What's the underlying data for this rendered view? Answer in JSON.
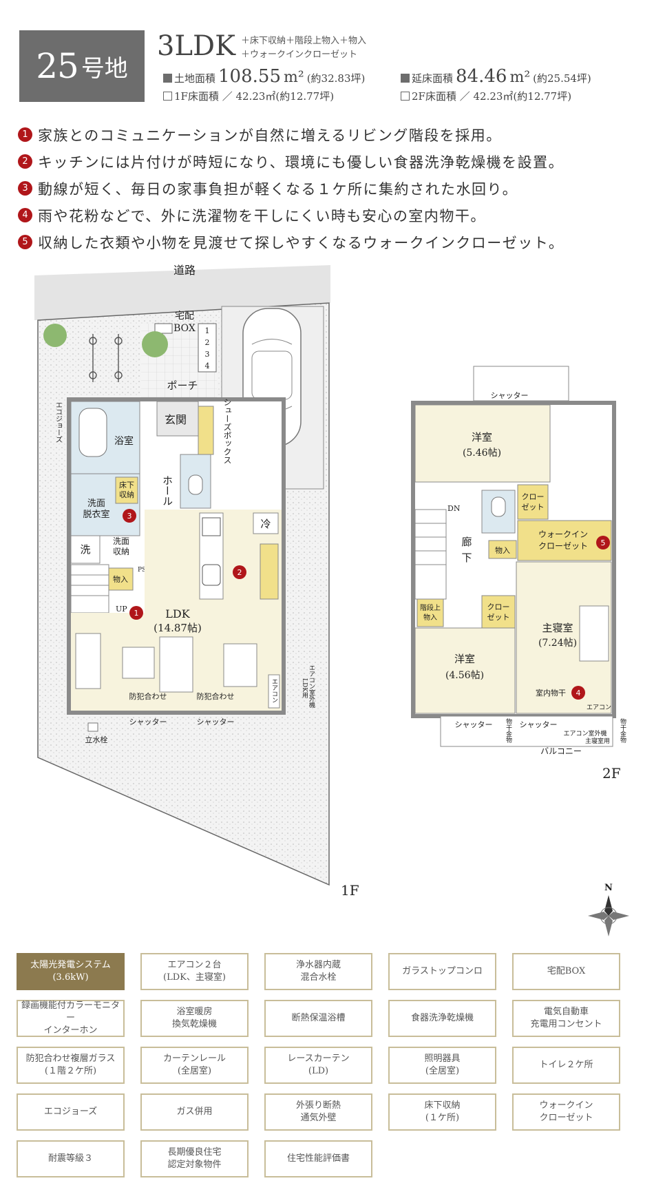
{
  "header": {
    "lot_number": "25",
    "lot_suffix": "号地",
    "plan_type": "3LDK",
    "plan_extras": [
      "＋床下収納＋階段上物入＋物入",
      "＋ウォークインクローゼット"
    ],
    "land_area_label": "土地面積",
    "land_area_value": "108.55",
    "land_area_unit": "m²",
    "land_area_tsubo": "(約32.83坪)",
    "floor_area_label": "延床面積",
    "floor_area_value": "84.46",
    "floor_area_unit": "m²",
    "floor_area_tsubo": "(約25.54坪)",
    "f1_area": "1F床面積 ／ 42.23㎡(約12.77坪)",
    "f2_area": "2F床面積 ／ 42.23㎡(約12.77坪)"
  },
  "features": [
    {
      "num": "1",
      "text": "家族とのコミュニケーションが自然に増えるリビング階段を採用。"
    },
    {
      "num": "2",
      "text": "キッチンには片付けが時短になり、環境にも優しい食器洗浄乾燥機を設置。"
    },
    {
      "num": "3",
      "text": "動線が短く、毎日の家事負担が軽くなる１ケ所に集約された水回り。"
    },
    {
      "num": "4",
      "text": "雨や花粉などで、外に洗濯物を干しにくい時も安心の室内物干。"
    },
    {
      "num": "5",
      "text": "収納した衣類や小物を見渡せて探しやすくなるウォークインクローゼット。"
    }
  ],
  "floor1": {
    "road": "道路",
    "delivery_box": "宅配",
    "delivery_box2": "BOX",
    "steps": [
      "1",
      "2",
      "3",
      "4"
    ],
    "porch": "ポーチ",
    "entrance": "玄関",
    "shoe_box": "シューズボックス",
    "bath": "浴室",
    "hall": "ホール",
    "washroom1": "洗面",
    "washroom2": "脱衣室",
    "underfloor1": "床下",
    "underfloor2": "収納",
    "washer": "洗",
    "wash_storage1": "洗面",
    "wash_storage2": "収納",
    "closet": "物入",
    "ps": "PS",
    "up": "UP",
    "fridge": "冷",
    "ldk": "LDK",
    "ldk_size": "(14.87帖)",
    "security_glass": "防犯合わせ",
    "shutter": "シャッター",
    "aircon": "エアコン",
    "aircon_outdoor": "エアコン室外機",
    "aircon_outdoor_sub": "LDK用",
    "eco_jozu": "エコジョーズ",
    "faucet": "立水栓",
    "floor_label": "1F",
    "badges": [
      "1",
      "2",
      "3"
    ]
  },
  "floor2": {
    "shutter": "シャッター",
    "room1": "洋室",
    "room1_size": "(5.46帖)",
    "closet1a": "クロー",
    "closet1b": "ゼット",
    "dn": "DN",
    "corridor1": "廊",
    "corridor2": "下",
    "wic1": "ウォークイン",
    "wic2": "クローゼット",
    "storage": "物入",
    "stair_storage1": "階段上",
    "stair_storage2": "物入",
    "closet2a": "クロー",
    "closet2b": "ゼット",
    "master": "主寝室",
    "master_size": "(7.24帖)",
    "room2": "洋室",
    "room2_size": "(4.56帖)",
    "indoor_dry": "室内物干",
    "aircon": "エアコン",
    "aircon_outdoor": "エアコン室外機",
    "aircon_outdoor_sub": "主寝室用",
    "hanger": "物干金物",
    "balcony": "バルコニー",
    "floor_label": "2F",
    "badges": [
      "4",
      "5"
    ]
  },
  "compass": "N",
  "equipment": [
    {
      "lines": [
        "太陽光発電システム",
        "(3.6kW)"
      ],
      "highlight": true
    },
    {
      "lines": [
        "エアコン２台",
        "(LDK、主寝室)"
      ],
      "highlight": false
    },
    {
      "lines": [
        "浄水器内蔵",
        "混合水栓"
      ],
      "highlight": false
    },
    {
      "lines": [
        "ガラストップコンロ"
      ],
      "highlight": false
    },
    {
      "lines": [
        "宅配BOX"
      ],
      "highlight": false
    },
    {
      "lines": [
        "録画機能付カラーモニター",
        "インターホン"
      ],
      "highlight": false
    },
    {
      "lines": [
        "浴室暖房",
        "換気乾燥機"
      ],
      "highlight": false
    },
    {
      "lines": [
        "断熱保温浴槽"
      ],
      "highlight": false
    },
    {
      "lines": [
        "食器洗浄乾燥機"
      ],
      "highlight": false
    },
    {
      "lines": [
        "電気自動車",
        "充電用コンセント"
      ],
      "highlight": false
    },
    {
      "lines": [
        "防犯合わせ複層ガラス",
        "(１階２ケ所)"
      ],
      "highlight": false
    },
    {
      "lines": [
        "カーテンレール",
        "(全居室)"
      ],
      "highlight": false
    },
    {
      "lines": [
        "レースカーテン",
        "(LD)"
      ],
      "highlight": false
    },
    {
      "lines": [
        "照明器具",
        "(全居室)"
      ],
      "highlight": false
    },
    {
      "lines": [
        "トイレ２ケ所"
      ],
      "highlight": false
    },
    {
      "lines": [
        "エコジョーズ"
      ],
      "highlight": false
    },
    {
      "lines": [
        "ガス併用"
      ],
      "highlight": false
    },
    {
      "lines": [
        "外張り断熱",
        "通気外壁"
      ],
      "highlight": false
    },
    {
      "lines": [
        "床下収納",
        "(１ケ所)"
      ],
      "highlight": false
    },
    {
      "lines": [
        "ウォークイン",
        "クローゼット"
      ],
      "highlight": false
    },
    {
      "lines": [
        "耐震等級３"
      ],
      "highlight": false
    },
    {
      "lines": [
        "長期優良住宅",
        "認定対象物件"
      ],
      "highlight": false
    },
    {
      "lines": [
        "住宅性能評価書"
      ],
      "highlight": false
    }
  ],
  "colors": {
    "lot_bg": "#6d6d6d",
    "badge": "#b0161a",
    "room_fill": "#f7f3dd",
    "wet_fill": "#dce9f0",
    "storage_fill": "#f1e08a",
    "wall": "#8a8a8a",
    "equip_border": "#c8bd99",
    "equip_highlight": "#8c7a4f"
  }
}
